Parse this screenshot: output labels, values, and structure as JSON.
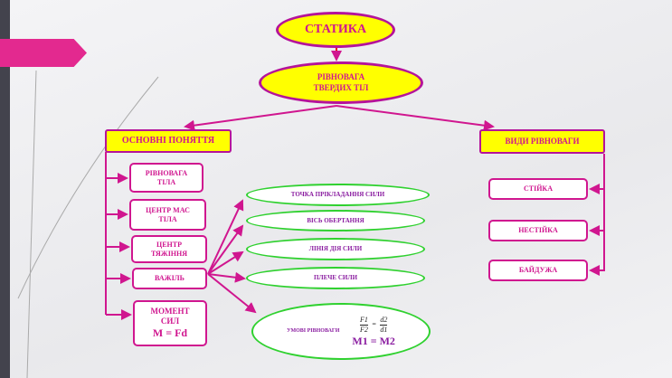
{
  "title": "СТАТИКА",
  "subtitle": "РІВНОВАГА ТВЕРДИХ ТІЛ",
  "left": {
    "header": "ОСНОВНІ ПОНЯТТЯ",
    "items": [
      "РІВНОВАГА ТІЛА",
      "ЦЕНТР МАС ТІЛА",
      "ЦЕНТР ТЯЖІННЯ",
      "ВАЖІЛЬ",
      "МОМЕНТ СИЛ"
    ],
    "formula": "M = Fd"
  },
  "lever": {
    "items": [
      "ТОЧКА ПРІКЛАДАННЯ СИЛИ",
      "ВІСЬ ОБЕРТАННЯ",
      "ЛІНІЯ ДІЯ СИЛИ",
      "ПЛЕЧЕ СИЛИ"
    ],
    "condition": "УМОВІ РІВНОВАГИ",
    "f1": "F1",
    "f2": "F2",
    "d1": "d1",
    "d2": "d2",
    "moments": "M1 = M2"
  },
  "right": {
    "header": "ВИДИ РІВНОВАГИ",
    "items": [
      "СТІЙКА",
      "НЕСТІЙКА",
      "БАЙДУЖА"
    ]
  }
}
